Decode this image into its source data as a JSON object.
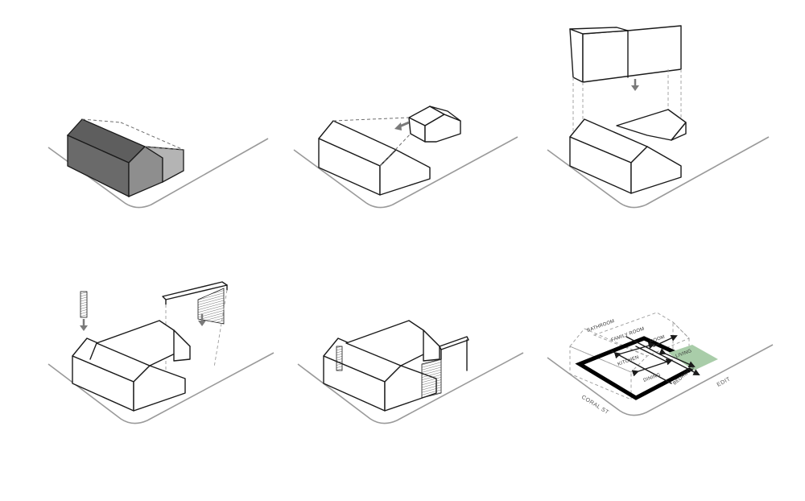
{
  "colors": {
    "line": "#1a1a1a",
    "street": "#9a9a9a",
    "dark_mass": "#666666",
    "mid_mass": "#909090",
    "light_mass": "#b5b5b5",
    "green_zone": "#a9cda9",
    "arrow": "#7a7a7a",
    "footprint": "#000000"
  },
  "steps": [
    {
      "id": 1,
      "subject": "existing-gable-house"
    },
    {
      "id": 2,
      "subject": "rear-volume-added"
    },
    {
      "id": 3,
      "subject": "roof-mass-lowered"
    },
    {
      "id": 4,
      "subject": "screens-and-pergola-inserted"
    },
    {
      "id": 5,
      "subject": "final-massing"
    },
    {
      "id": 6,
      "subject": "plan-circulation-diagram"
    }
  ],
  "final_plan": {
    "street_labels": [
      "CORAL ST",
      "EDIT"
    ],
    "room_labels": [
      "FAMILY ROOM",
      "KITCHEN",
      "DINING",
      "BEDROOM",
      "ROOM",
      "LIVING",
      "BATHROOM"
    ]
  }
}
